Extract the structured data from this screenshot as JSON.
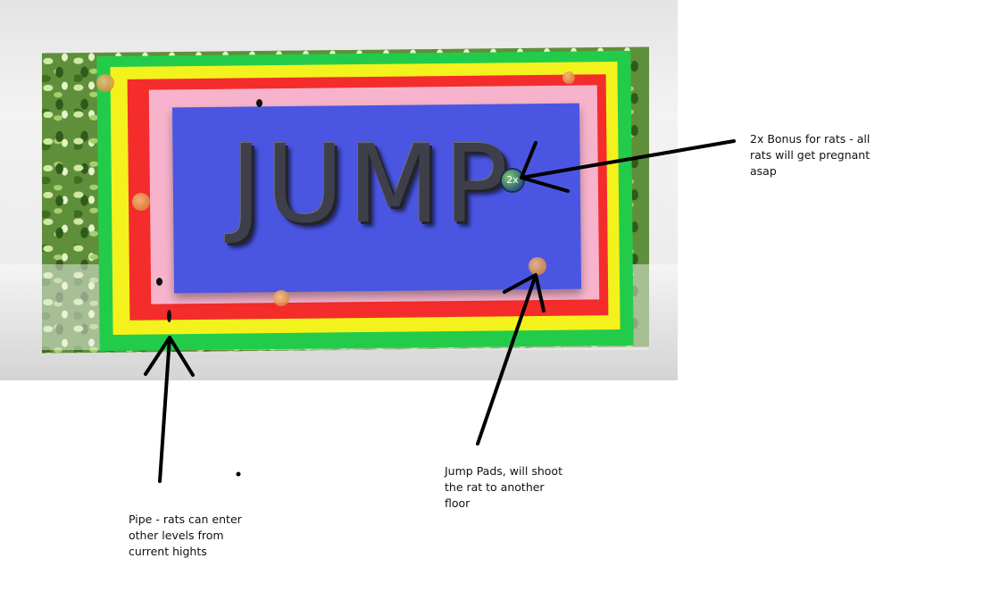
{
  "scene": {
    "center_label": "JUMP",
    "bonus_icon_glyph": "2x",
    "layer_colors": [
      "#22cc4a",
      "#f4f21c",
      "#f42c2c",
      "#f7b3cc",
      "#4a56e2"
    ]
  },
  "annotations": {
    "bonus": "2x Bonus for rats - all\nrats will get pregnant\nasap",
    "jump_pads": "Jump Pads, will shoot\nthe rat to another\nfloor",
    "pipe": "Pipe - rats can enter\nother levels from\ncurrent hights"
  }
}
